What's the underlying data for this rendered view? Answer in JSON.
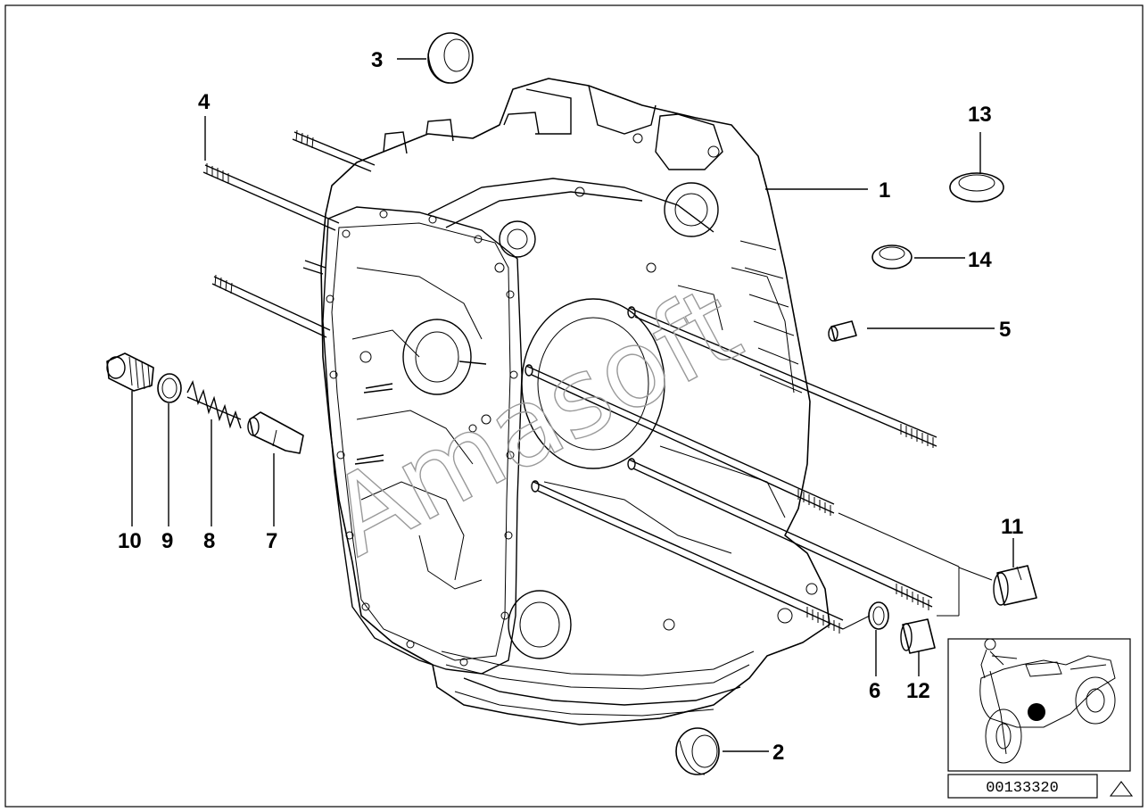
{
  "diagram": {
    "watermark": "Amasoft",
    "reference_number": "00133320",
    "callouts": [
      {
        "id": "1",
        "label": "1"
      },
      {
        "id": "2",
        "label": "2"
      },
      {
        "id": "3",
        "label": "3"
      },
      {
        "id": "4",
        "label": "4"
      },
      {
        "id": "5",
        "label": "5"
      },
      {
        "id": "6",
        "label": "6"
      },
      {
        "id": "7",
        "label": "7"
      },
      {
        "id": "8",
        "label": "8"
      },
      {
        "id": "9",
        "label": "9"
      },
      {
        "id": "10",
        "label": "10"
      },
      {
        "id": "11",
        "label": "11"
      },
      {
        "id": "12",
        "label": "12"
      },
      {
        "id": "13",
        "label": "13"
      },
      {
        "id": "14",
        "label": "14"
      }
    ],
    "colors": {
      "line": "#000000",
      "background": "#ffffff",
      "watermark": "#9a9a9a"
    }
  }
}
